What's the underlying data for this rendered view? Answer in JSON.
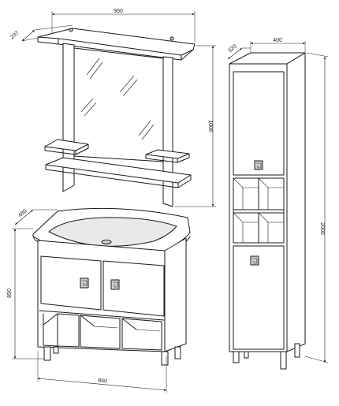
{
  "dimensions": {
    "mirror_width": "900",
    "mirror_depth": "207",
    "mirror_height": "1006",
    "cabinet_width": "400",
    "cabinet_depth": "320",
    "cabinet_height": "2000",
    "vanity_depth": "480",
    "vanity_height": "850",
    "vanity_width": "860"
  }
}
